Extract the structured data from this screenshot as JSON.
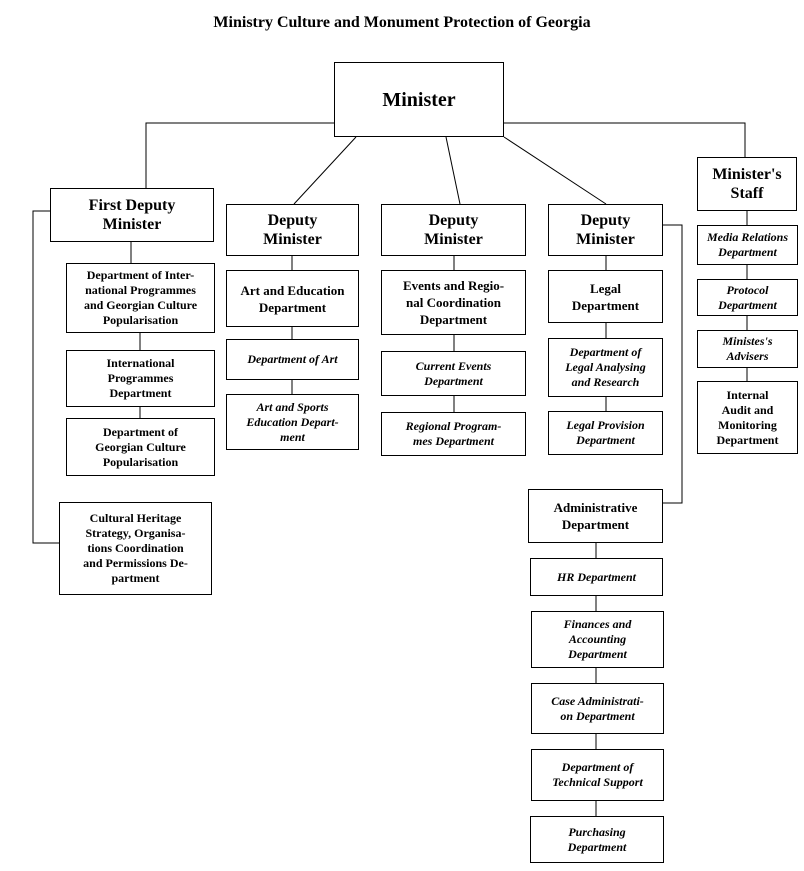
{
  "title": "Ministry Culture and Monument Protection of Georgia",
  "nodes": {
    "minister": "Minister",
    "first_deputy": "First Deputy\nMinister",
    "intl_georgian": "Department of Inter-\nnational Programmes\nand Georgian Culture\nPopularisation",
    "intl_programmes": "International\nProgrammes\nDepartment",
    "georgian_culture": "Department of\nGeorgian Culture\nPopularisation",
    "cultural_heritage": "Cultural Heritage\nStrategy, Organisa-\ntions Coordination\nand Permissions De-\npartment",
    "deputy1": "Deputy\nMinister",
    "art_education": "Art and Education\nDepartment",
    "dept_art": "Department of Art",
    "art_sports": "Art and Sports\nEducation Depart-\nment",
    "deputy2": "Deputy\nMinister",
    "events_regional": "Events and Regio-\nnal Coordination\nDepartment",
    "current_events": "Current Events\nDepartment",
    "regional_programmes": "Regional Program-\nmes Department",
    "deputy3": "Deputy\nMinister",
    "legal": "Legal\nDepartment",
    "legal_analysing": "Department of\nLegal Analysing\nand Research",
    "legal_provision": "Legal Provision\nDepartment",
    "administrative": "Administrative\nDepartment",
    "hr": "HR Department",
    "finances": "Finances and\nAccounting\nDepartment",
    "case_admin": "Case Administrati-\non Department",
    "tech_support": "Department of\nTechnical Support",
    "purchasing": "Purchasing\nDepartment",
    "staff": "Minister's\nStaff",
    "media_relations": "Media Relations\nDepartment",
    "protocol": "Protocol\nDepartment",
    "advisers": "Ministes's\nAdvisers",
    "internal_audit": "Internal\nAudit and\nMonitoring\nDepartment"
  }
}
